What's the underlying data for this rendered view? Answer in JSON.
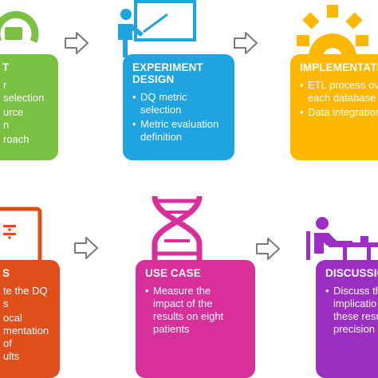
{
  "colors": {
    "green": "#7ac143",
    "blue": "#1fa4df",
    "yellow": "#ffb800",
    "red": "#e04e1c",
    "magenta": "#d7309a",
    "purple": "#9d2ec4",
    "arrow_outline": "#7a7a7a"
  },
  "steps": [
    {
      "id": "step-1",
      "icon": "target-icon",
      "title": "T",
      "bullets": [
        "r selection",
        "urce\nn",
        "roach"
      ]
    },
    {
      "id": "step-2",
      "icon": "presenter-whiteboard-icon",
      "title": "EXPERIMENT\nDESIGN",
      "bullets": [
        "DQ metric\nselection",
        "Metric evaluation\ndefinition"
      ]
    },
    {
      "id": "step-3",
      "icon": "gear-icon",
      "title": "IMPLEMENTATIO",
      "bullets": [
        "ETL process ove\neach database",
        "Data integration"
      ]
    },
    {
      "id": "step-4",
      "icon": "calculator-icon",
      "title": "S",
      "bullets": [
        "te the DQ\ns",
        "ocal\nmentation of\nults"
      ]
    },
    {
      "id": "step-5",
      "icon": "dna-icon",
      "title": "USE CASE",
      "bullets": [
        "Measure the\nimpact of the\nresults on eight\npatients"
      ]
    },
    {
      "id": "step-6",
      "icon": "meeting-table-icon",
      "title": "DISCUSSIO",
      "bullets": [
        "Discuss the\nimplicatio\nthese resu\nprecision"
      ]
    }
  ]
}
